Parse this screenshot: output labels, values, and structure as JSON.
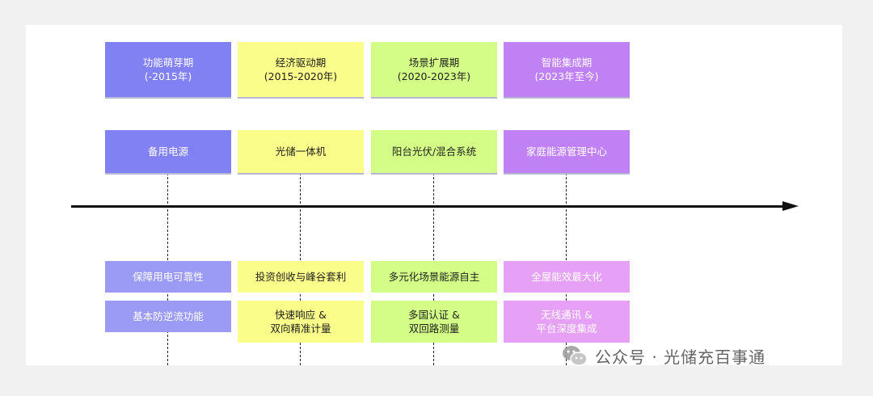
{
  "phases": [
    {
      "name": "功能萌芽期",
      "period": "(-2015年)",
      "color": "#8181f4"
    },
    {
      "name": "经济驱动期",
      "period": "(2015-2020年)",
      "color": "#fbfd8a"
    },
    {
      "name": "场景扩展期",
      "period": "(2020-2023年)",
      "color": "#d3fd86"
    },
    {
      "name": "智能集成期",
      "period": "(2023年至今)",
      "color": "#c081f4"
    }
  ],
  "products": [
    "备用电源",
    "光储一体机",
    "阳台光伏/混合系统",
    "家庭能源管理中心"
  ],
  "features_row1": [
    "保障用电可靠性",
    "投资创收与峰谷套利",
    "多元化场景能源自主",
    "全屋能效最大化"
  ],
  "features_row2": [
    [
      "基本防逆流功能"
    ],
    [
      "快速响应 &",
      "双向精准计量"
    ],
    [
      "多国认证 &",
      "双回路测量"
    ],
    [
      "无线通讯 &",
      "平台深度集成"
    ]
  ],
  "watermark": "公众号 · 光储充百事通"
}
